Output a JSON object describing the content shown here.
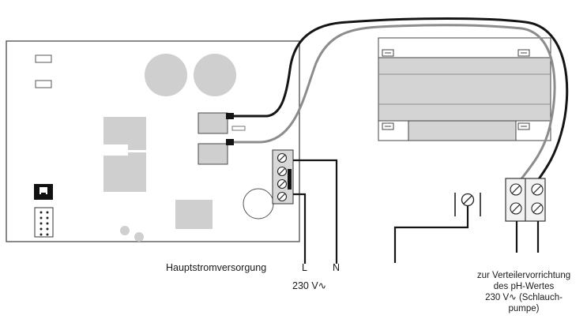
{
  "labels": {
    "main_supply": "Hauptstromversorgung",
    "line": "L",
    "neutral": "N",
    "supply_voltage": "230 V∿",
    "note": [
      "zur Verteilervorrichtung",
      "des pH-Wertes",
      "230 V∿ (Schlauch-",
      "pumpe)"
    ]
  },
  "colors": {
    "outline": "#4a4a4a",
    "component_fill": "#cfcfcf",
    "wire_black": "#151515",
    "wire_gray": "#8c8c8c"
  }
}
